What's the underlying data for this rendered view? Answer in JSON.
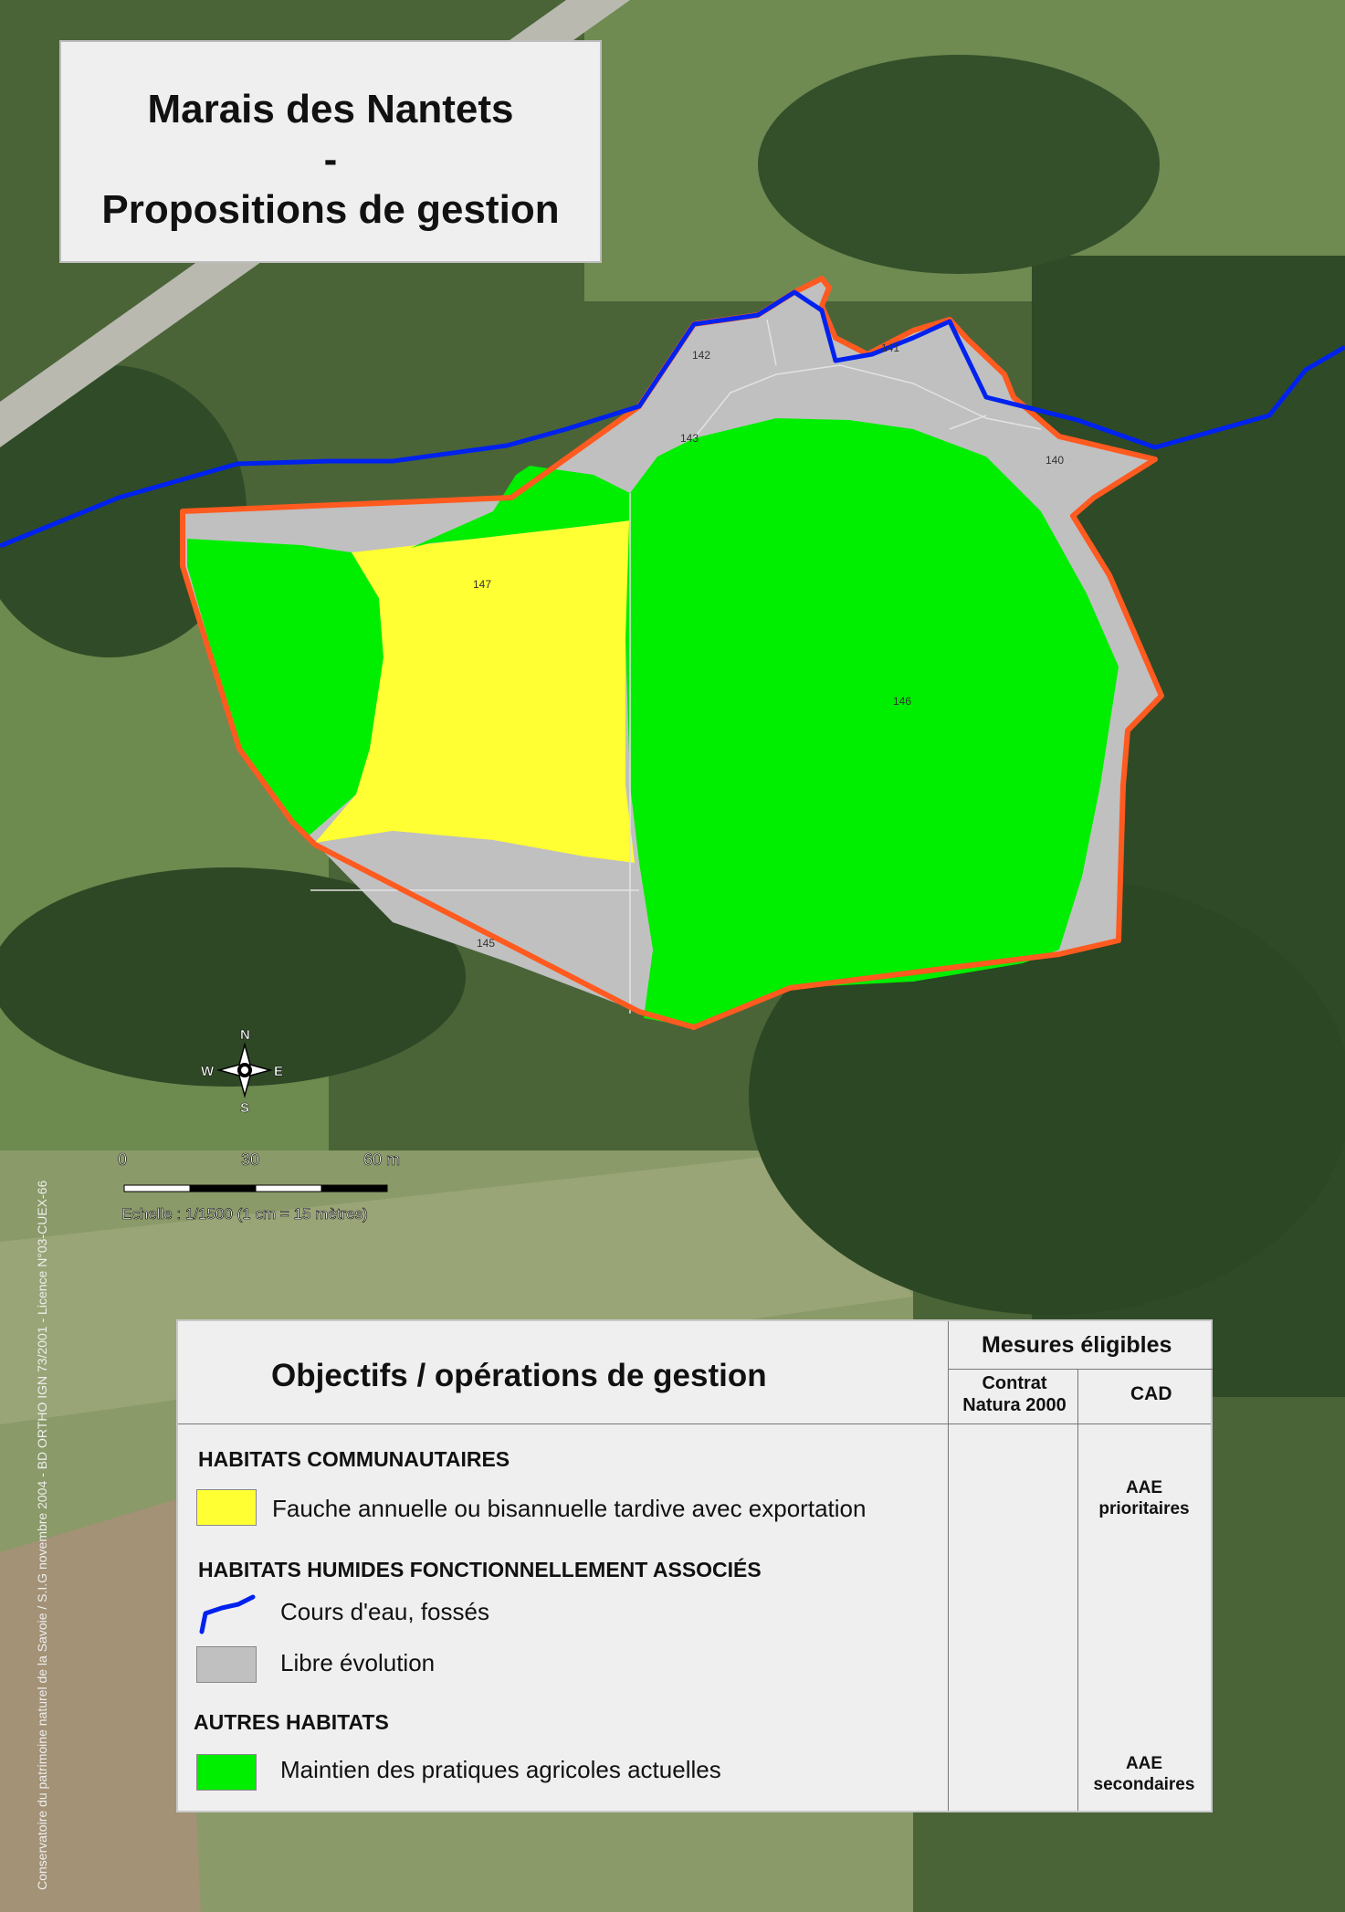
{
  "title": {
    "line1": "Marais des Nantets",
    "line2": "-",
    "line3": "Propositions de gestion"
  },
  "parcels": [
    "142",
    "141",
    "143",
    "140",
    "147",
    "146",
    "145"
  ],
  "compass": {
    "n": "N",
    "s": "S",
    "e": "E",
    "w": "W"
  },
  "scale": {
    "ticks": [
      "0",
      "30",
      "60 m"
    ],
    "caption": "Echelle : 1/1500 (1 cm = 15 mètres)"
  },
  "credit": "Conservatoire du patrimoine naturel de la Savoie / S.I.G novembre 2004 - BD ORTHO IGN 73/2001 - Licence N°03-CUEX-66",
  "legend": {
    "heading": "Objectifs / opérations de gestion",
    "mesures": "Mesures éligibles",
    "col_contrat": "Contrat\nNatura 2000",
    "col_contrat_l1": "Contrat",
    "col_contrat_l2": "Natura 2000",
    "col_cad": "CAD",
    "sections": [
      {
        "title": "HABITATS COMMUNAUTAIRES"
      },
      {
        "title": "HABITATS HUMIDES FONCTIONNELLEMENT ASSOCIÉS"
      },
      {
        "title": "AUTRES HABITATS"
      }
    ],
    "items": [
      {
        "label": "Fauche annuelle ou bisannuelle tardive avec exportation",
        "color": "#ffff33"
      },
      {
        "label": "Cours d'eau, fossés",
        "color": "#0022ee"
      },
      {
        "label": "Libre évolution",
        "color": "#c0c0c0"
      },
      {
        "label": "Maintien des pratiques agricoles actuelles",
        "color": "#00ee00"
      }
    ],
    "cad_prio_l1": "AAE",
    "cad_prio_l2": "prioritaires",
    "cad_sec_l1": "AAE",
    "cad_sec_l2": "secondaires"
  },
  "colors": {
    "outline": "#ff5a1f",
    "yellow": "#ffff33",
    "green": "#00ee00",
    "grey": "#c0c0c0",
    "water": "#0022ee"
  }
}
